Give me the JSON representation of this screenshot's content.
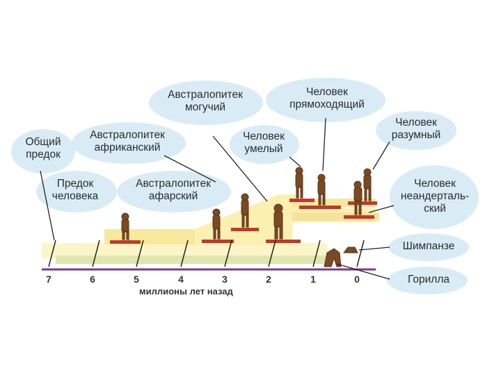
{
  "colors": {
    "cloud": "#d9ecf6",
    "band_light": "#fbf5c8",
    "band_mid": "#f7e89c",
    "band_green": "#dfe6b0",
    "platform": "#c0392b",
    "axis": "#7a3a8a",
    "figure": "#7a4a22",
    "text": "#2b2b2b"
  },
  "axis": {
    "ticks": [
      "7",
      "6",
      "5",
      "4",
      "3",
      "2",
      "1",
      "0"
    ],
    "label": "миллионы лет назад"
  },
  "labels": {
    "common_ancestor": [
      "Общий",
      "предок"
    ],
    "human_ancestor": [
      "Предок",
      "человека"
    ],
    "afarensis": [
      "Австралопитек",
      "афарский"
    ],
    "africanus": [
      "Австралопитек",
      "африканский"
    ],
    "robustus": [
      "Австралопитек",
      "могучий"
    ],
    "habilis": [
      "Человек",
      "умелый"
    ],
    "erectus": [
      "Человек",
      "прямоходящий"
    ],
    "sapiens": [
      "Человек",
      "разумный"
    ],
    "neanderthal": [
      "Человек",
      "неандерталь-",
      "ский"
    ],
    "chimpanzee": [
      "Шимпанзе"
    ],
    "gorilla": [
      "Горилла"
    ]
  }
}
